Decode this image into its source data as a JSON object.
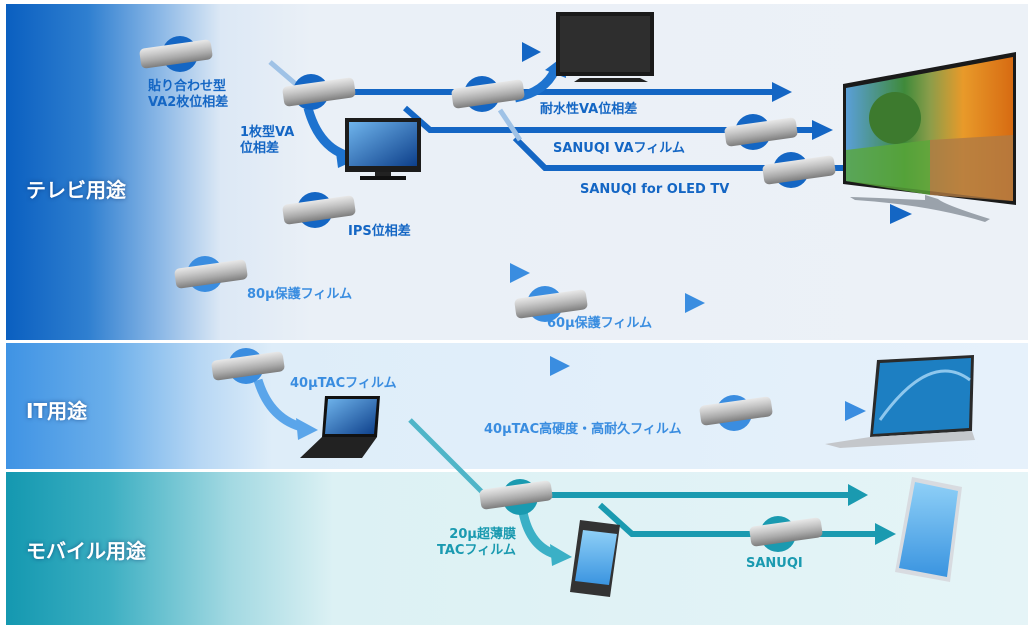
{
  "sections": {
    "tv": {
      "label": "テレビ用途",
      "color": "#0a5fc0"
    },
    "it": {
      "label": "IT用途",
      "color": "#3f93e4"
    },
    "mobile": {
      "label": "モバイル用途",
      "color": "#1498b0"
    }
  },
  "products": {
    "va2_bonded": [
      "貼り合わせ型",
      "VA2枚位相差"
    ],
    "va_single": [
      "1枚型VA",
      "位相差"
    ],
    "va_waterproof": "耐水性VA位相差",
    "sanuqi_va": "SANUQI VAフィルム",
    "sanuqi_oled": "SANUQI for OLED TV",
    "ips": "IPS位相差",
    "protect_80": "80μ保護フィルム",
    "protect_60": "60μ保護フィルム",
    "tac_40": "40μTACフィルム",
    "tac_40_hard": "40μTAC高硬度・高耐久フィルム",
    "tac_20": [
      "20μ超薄膜",
      "TACフィルム"
    ],
    "sanuqi_mobile": "SANUQI"
  },
  "devices": [
    "tv-flat-panel",
    "tv-classic",
    "tv-large-curved-image",
    "laptop-black",
    "laptop-silver",
    "smartphone-small",
    "smartphone-large"
  ]
}
